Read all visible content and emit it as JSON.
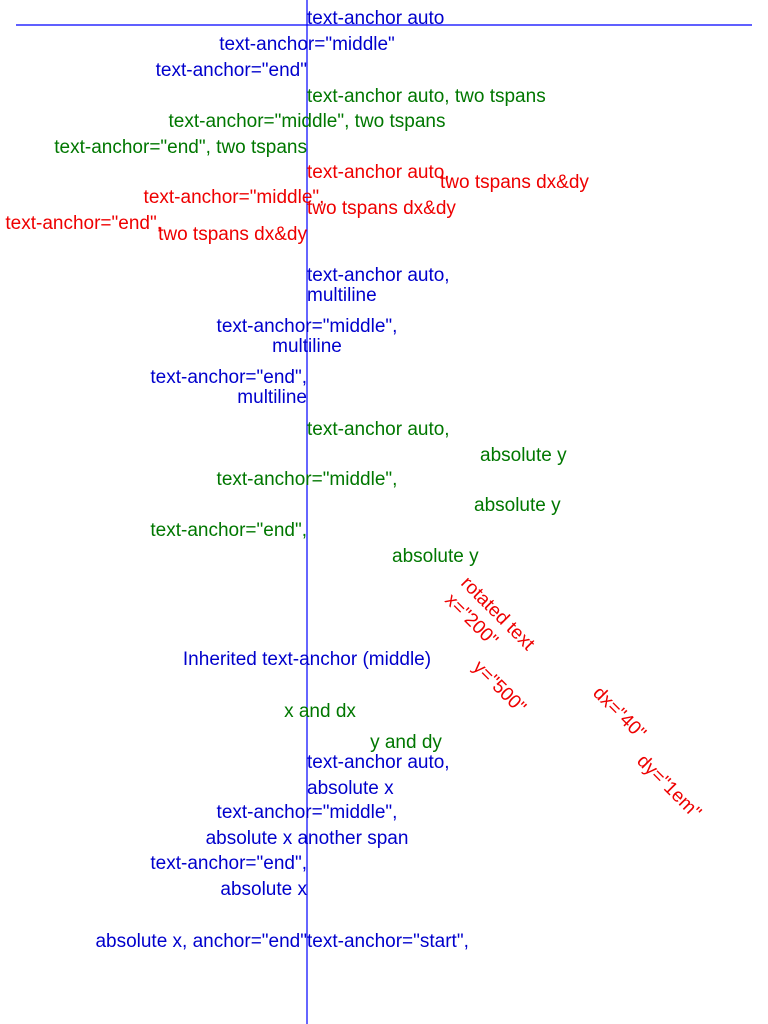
{
  "colors": {
    "blue": "#0000cc",
    "green": "#007700",
    "red": "#ee0000",
    "guide": "#0000ff"
  },
  "labels": {
    "auto": "text-anchor auto",
    "middle": "text-anchor=\"middle\"",
    "end": "text-anchor=\"end\"",
    "auto_two": "text-anchor auto, two tspans",
    "middle_two": "text-anchor=\"middle\", two tspans",
    "end_two": "text-anchor=\"end\", two tspans",
    "auto_comma": "text-anchor auto,",
    "middle_quote": "text-anchor=\"middle\",",
    "end_quote": "text-anchor=\"end\",",
    "two_dxdy": "two tspans dx&dy",
    "multiline": "multiline",
    "absolute_y": "absolute y",
    "rotated": "rotated text",
    "x200": "x=\"200\"",
    "y500": "y=\"500\"",
    "dx40": "dx=\"40\"",
    "dy1em": "dy=\"1em\"",
    "inherited": "Inherited text-anchor (middle)",
    "x_and_dx": "x and dx",
    "y_and_dy": "y and dy",
    "absolute_x": "absolute x",
    "absolute_x_another": "absolute x another span",
    "absolute_x_end": "absolute x, anchor=\"end\"",
    "start_comma": "text-anchor=\"start\","
  }
}
